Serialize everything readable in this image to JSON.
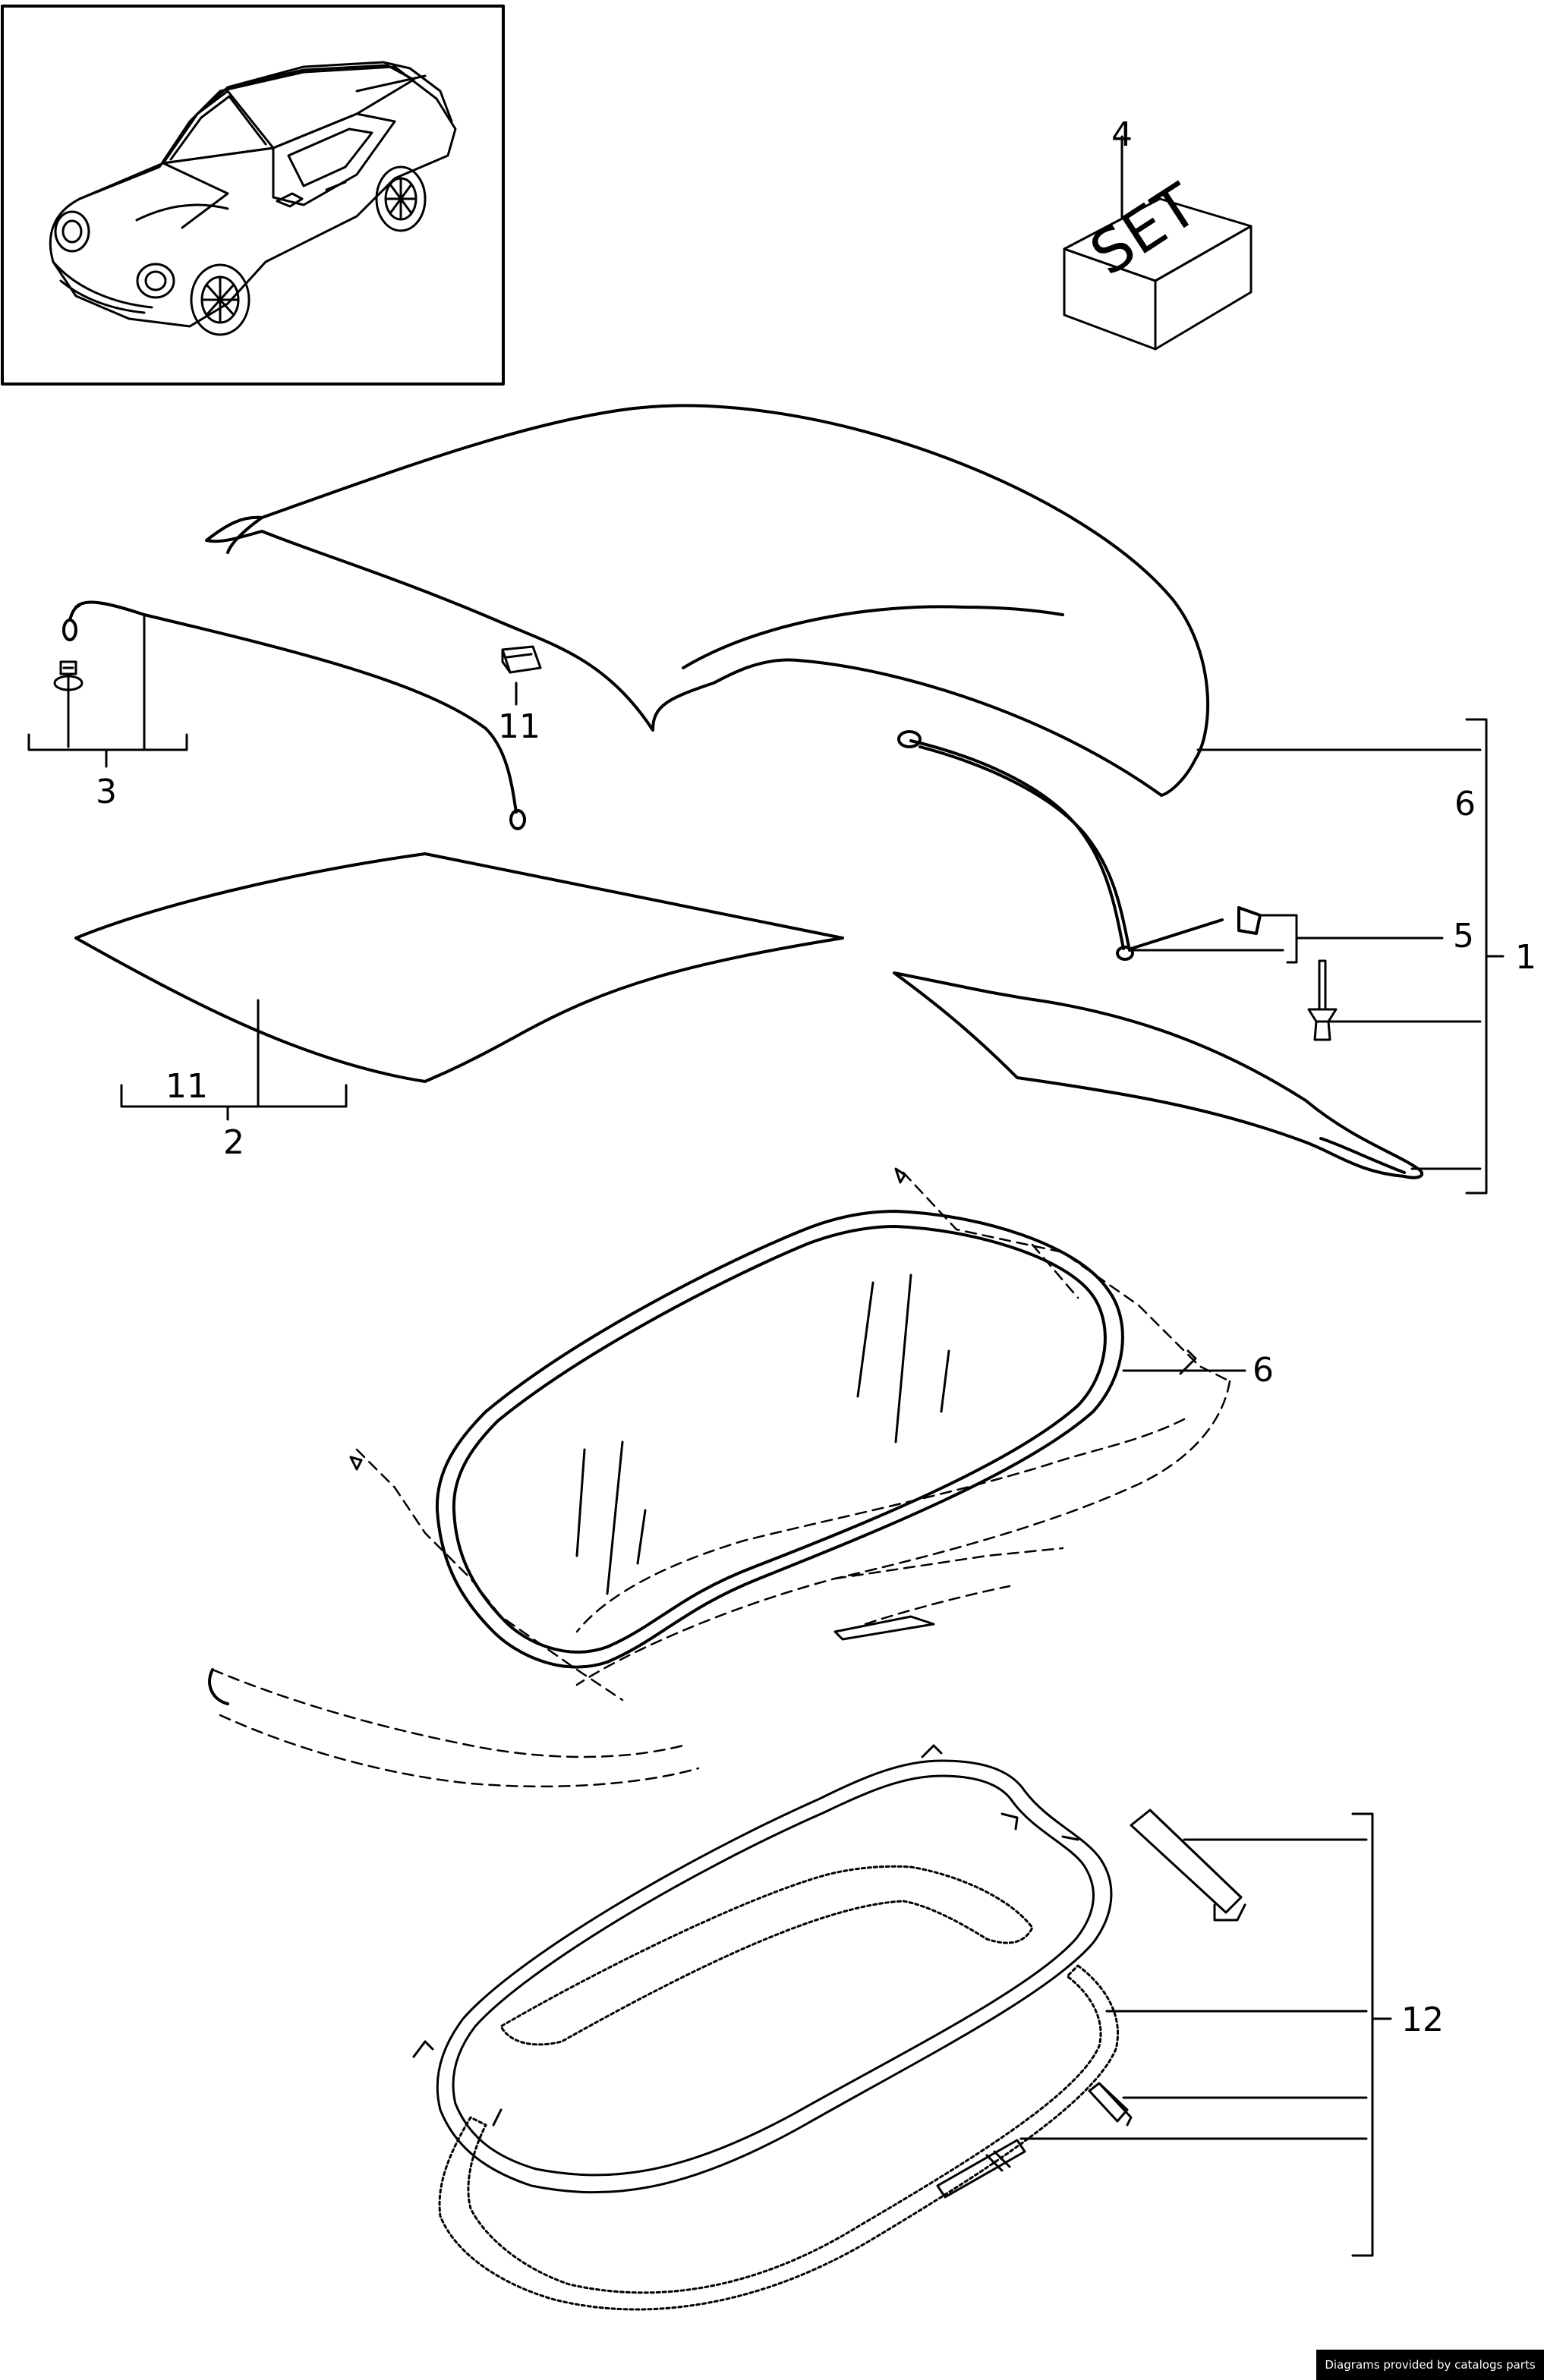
{
  "diagram": {
    "set_label": "SET",
    "callouts": {
      "c1": "1",
      "c2": "2",
      "c3": "3",
      "c4": "4",
      "c5": "5",
      "c6_top": "6",
      "c6_window": "6",
      "c11_clip": "11",
      "c11_panel": "11",
      "c12": "12"
    }
  },
  "footer": {
    "credit": "Diagrams provided by catalogs parts"
  }
}
